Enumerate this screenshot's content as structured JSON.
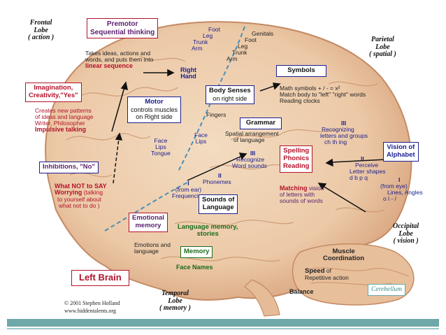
{
  "lobes": {
    "frontal": [
      "Frontal",
      "Lobe",
      "( action )"
    ],
    "parietal": [
      "Parietal",
      "Lobe",
      "( spatial )"
    ],
    "occipital": [
      "Occipital",
      "Lobe",
      "( vision )"
    ],
    "temporal": [
      "Temporal",
      "Lobe",
      "( memory )"
    ]
  },
  "premotor": {
    "title": [
      "Premotor",
      "Sequential thinking"
    ],
    "desc": [
      "Takes ideas, actions and",
      "words, and puts them into"
    ],
    "emphasis": "linear sequence"
  },
  "right_hand": [
    "Right",
    "Hand"
  ],
  "motor_body_parts": [
    "Foot",
    "Leg",
    "Trunk",
    "Arm"
  ],
  "sensory_body_parts": [
    "Genitals",
    "Foot",
    "Leg",
    "Trunk",
    "Arm"
  ],
  "motor": {
    "title": "Motor",
    "desc": [
      "controls muscles",
      "on Right side"
    ]
  },
  "face_motor": [
    "Face",
    "Lips",
    "Tongue"
  ],
  "face_sensory": [
    "Face",
    "Lips"
  ],
  "fingers": "Fingers",
  "body_senses": {
    "title": "Body Senses",
    "desc": "on right side"
  },
  "symbols": {
    "title": "Symbols",
    "lines": [
      "Math symbols  + / - = x²",
      "Match body to \"left\" \"right\" words",
      "Reading clocks"
    ]
  },
  "grammar": {
    "title": "Grammar",
    "desc": [
      "Spatial arrangement",
      "of language"
    ]
  },
  "imagination": {
    "title": [
      "Imagination,",
      "Creativity,\"Yes\""
    ],
    "desc": [
      "Creates new patterns",
      "of ideas and language",
      "Writer, Philosopher"
    ],
    "emphasis": "Impulsive talking"
  },
  "inhibitions": {
    "title": "Inhibitions, \"No\"",
    "heading": "What NOT to SAY",
    "worrying": "Worrying",
    "worrying_tail": "(talking",
    "desc": [
      "to yourself about",
      "what not to do )"
    ]
  },
  "recognize": {
    "numeral": "III",
    "lines": [
      "Recognize",
      "Word sounds"
    ]
  },
  "phonemes": {
    "numeral": "II",
    "text": "Phonemes"
  },
  "hearing": {
    "numeral": "I",
    "lines": [
      "(from ear)",
      "Frequencies"
    ]
  },
  "sounds_of_language": [
    "Sounds of",
    "Language"
  ],
  "spelling": [
    "Spelling",
    "Phonics",
    "Reading"
  ],
  "matching": {
    "emphasis": "Matching",
    "lines": [
      "vision",
      "of letters with",
      "sounds of words"
    ]
  },
  "letters": {
    "numeral": "III",
    "lines": [
      "Recognizing",
      "letters and groups"
    ],
    "example": "ch  th  ing"
  },
  "vision_alphabet": [
    "Vision of",
    "Alphabet"
  ],
  "perceive": {
    "numeral": "II",
    "lines": [
      "Perceive",
      "Letter shapes"
    ],
    "example": "d b  p q"
  },
  "eye": {
    "numeral": "I",
    "lines": [
      "(from eye)",
      "Lines, Angles",
      "o l - /"
    ]
  },
  "emotional_memory": [
    "Emotional",
    "memory"
  ],
  "emotions_language": [
    "Emotions and",
    "language"
  ],
  "language_memory": [
    "Language memory,",
    "stories"
  ],
  "memory": "Memory",
  "face_names": "Face Names",
  "muscle": {
    "title": [
      "Muscle",
      "Coordination"
    ],
    "speed": "Speed",
    "speed_tail": "of",
    "speed_line2": "Repetitive action",
    "balance": "Balance"
  },
  "cerebellum": "Cerebellum",
  "left_brain": "Left Brain",
  "credits": [
    "© 2001 Stephen Holland",
    "www.hiddentalents.org"
  ],
  "colors": {
    "brain": "#ecc9a7",
    "brain_edge": "#c48a63",
    "blue_text": "#1a1f8f",
    "red_text": "#b3122a",
    "green_text": "#1b6b1b",
    "accent_bar": "#6fa8a8"
  }
}
